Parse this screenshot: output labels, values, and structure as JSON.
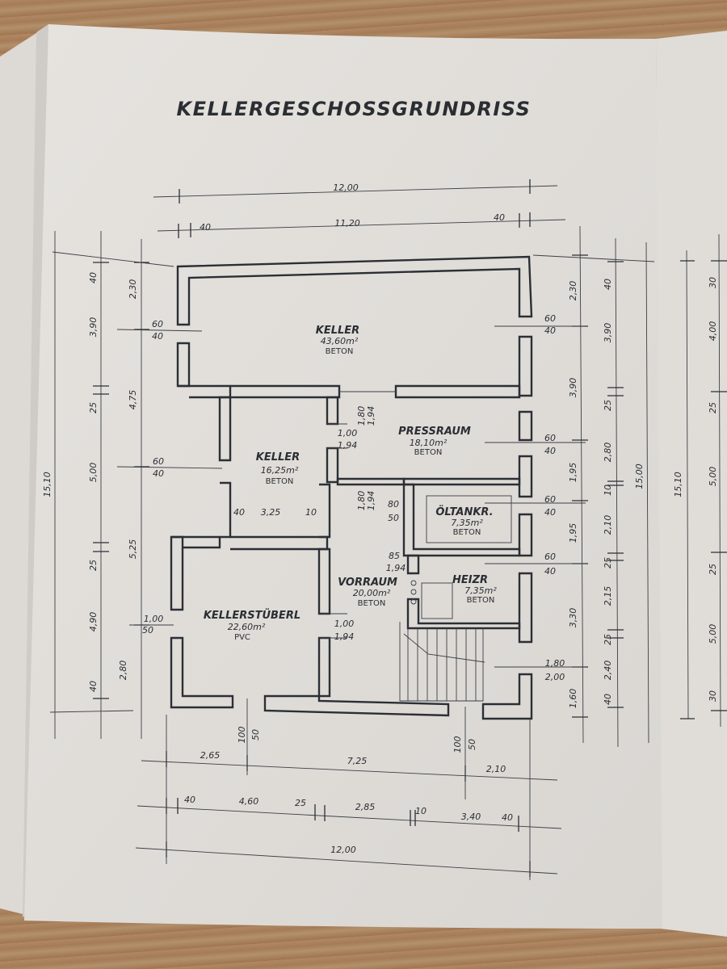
{
  "title": "KELLERGESCHOSSGRUNDRISS",
  "rooms": [
    {
      "name": "KELLER",
      "area": "43,60m²",
      "material": "BETON"
    },
    {
      "name": "PRESSRAUM",
      "area": "18,10m²",
      "material": "BETON"
    },
    {
      "name": "KELLER",
      "area": "16,25m²",
      "material": "BETON"
    },
    {
      "name": "ÖLTANKR.",
      "area": "7,35m²",
      "material": "BETON"
    },
    {
      "name": "VORRAUM",
      "area": "20,00m²",
      "material": "BETON"
    },
    {
      "name": "HEIZR",
      "area": "7,35m²",
      "material": "BETON"
    },
    {
      "name": "KELLERSTÜBERL",
      "area": "22,60m²",
      "material": "PVC"
    }
  ],
  "dimensions": {
    "top_total": "12,00",
    "top_inner": [
      "40",
      "11,20",
      "40"
    ],
    "bottom_row1": [
      "2,65",
      "7,25",
      "2,10"
    ],
    "bottom_row2": [
      "40",
      "4,60",
      "25",
      "2,85",
      "10",
      "3,40",
      "40"
    ],
    "bottom_total": "12,00",
    "left_total": "15,10",
    "left_chain": [
      "40",
      "3,90",
      "25",
      "5,00",
      "25",
      "4,90",
      "40"
    ],
    "left_mid": [
      "2,30",
      "4,75",
      "5,25",
      "2,80"
    ],
    "right_inner": [
      "2,30",
      "3,90",
      "1,95",
      "1,95",
      "3,30",
      "1,60"
    ],
    "right_chain": [
      "40",
      "3,90",
      "25",
      "2,80",
      "10",
      "2,10",
      "25",
      "2,15",
      "25",
      "2,40",
      "40"
    ],
    "right_total": "15,00",
    "far_right_total": "15,10",
    "far_right_chain": [
      "30",
      "4,00",
      "25",
      "5,00",
      "25",
      "5,00",
      "30"
    ]
  },
  "openings": {
    "keller_left": [
      "60",
      "40"
    ],
    "keller_right": [
      "60",
      "40"
    ],
    "keller_inner": [
      "1,80",
      "1,94"
    ],
    "keller_door": [
      "1,00",
      "1,94"
    ],
    "pressraum_right": [
      "60",
      "40"
    ],
    "keller2_left": [
      "60",
      "40"
    ],
    "keller2_bottom": [
      "40",
      "3,25",
      "10"
    ],
    "oltank_door": [
      "1,80",
      "1,94"
    ],
    "oltank_left": [
      "80",
      "50"
    ],
    "oltank_right": [
      "60",
      "40"
    ],
    "heiz_door": [
      "85",
      "1,94"
    ],
    "heiz_right": [
      "60",
      "40"
    ],
    "stueberl_left": [
      "1,00",
      "50"
    ],
    "stueberl_door": [
      "1,00",
      "1,94"
    ],
    "stair_right": [
      "1,80",
      "2,00"
    ],
    "bottom_window_left": [
      "100",
      "50"
    ],
    "bottom_window_right": [
      "100",
      "50"
    ]
  }
}
